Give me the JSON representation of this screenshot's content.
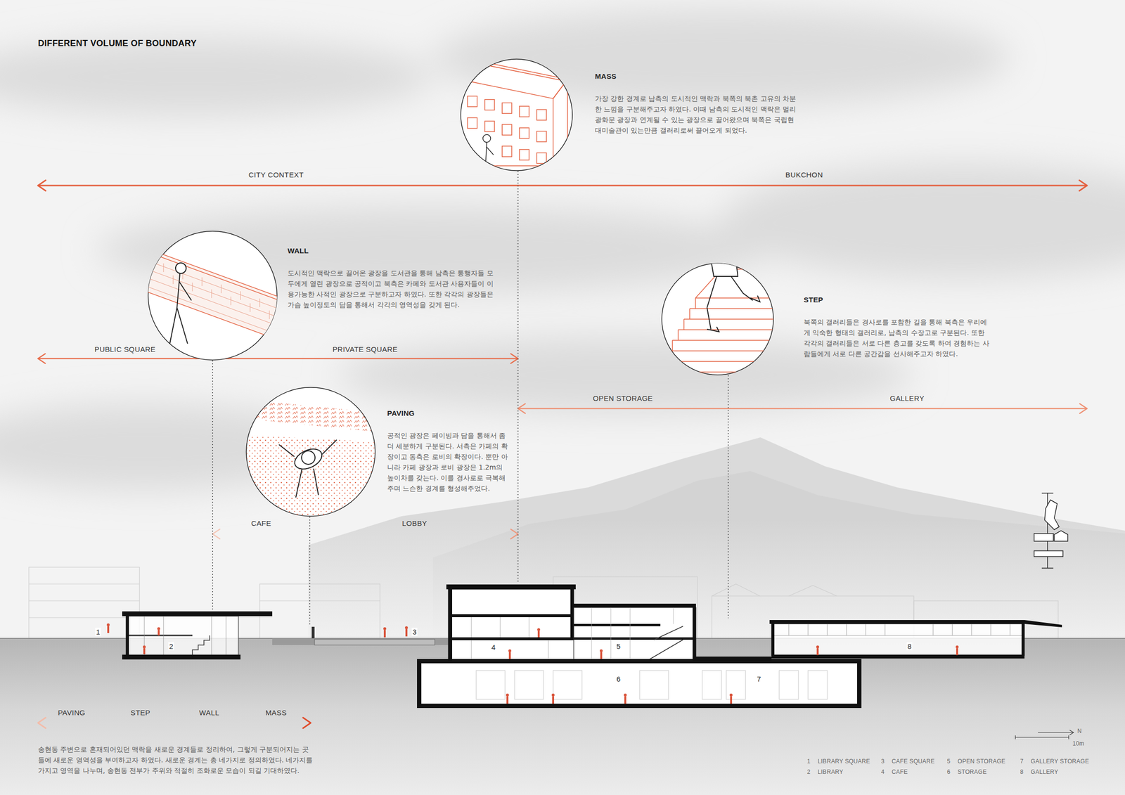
{
  "diagram": {
    "title": "DIFFERENT VOLUME OF BOUNDARY",
    "caption": "송현동 주변으로 혼재되어있던 맥락을 새로운 경계들로 정리하여, 그렇게 구분되어지는 곳들에 새로운 영역성을 부여하고자 하였다. 새로운 경계는 총 네가지로 정의하였다. 네가지를 가지고 영역을 나누며, 송현동 전부가 주위와 적절히 조화로운 모습이 되길 기대하였다.",
    "nodes": [
      {
        "text": [
          "MASS",
          "가장 강한 경계로 남측의 도시적인 맥락과 북쪽의 북촌 고유의 차분한 느낌을 구분해주고자 하였다. 이때 남측의 도시적인 맥락은 멀리 광화문 광장과 연계될 수 있는 광장으로 끌어왔으며 북쪽은 국립현대미술관이 있는만큼 갤러리로써 끌어오게 되었다."
        ]
      },
      {
        "text": [
          "WALL",
          "도시적인 맥락으로 끌어온 광장을 도서관을 통해 남측은 통행자들 모두에게 열린 광장으로 공적이고 북측은 카페와 도서관 사용자들이 이용가능한 사적인 광장으로 구분하고자 하였다. 또한 각각의 광장들은 가슴 높이정도의 담을 통해서 각각의 영역성을 갖게 된다."
        ]
      },
      {
        "text": [
          "STEP",
          "북쪽의 갤러리들은 경사로를 포함한 길을 통해 북측은 우리에게 익숙한 형태의 갤러리로, 남측의 수장고로 구분된다. 또한 각각의 갤러리들은 서로 다른 층고를 갖도록 하여 경험하는 사람들에게 서로 다른 공간감을 선사해주고자 하였다."
        ]
      },
      {
        "text": [
          "PAVING",
          "공적인 광장은 페이빙과 담을 통해서 좀 더 세분하게 구분된다. 서측은 카페의 확장이고 동측은 로비의 확장이다. 뿐만 아니라 카페 광장과 로비 광장은 1.2m의 높이차를 갖는다. 이를 경사로로 극복해주며 느슨한 경계를 형성해주었다."
        ]
      }
    ],
    "labels": [
      "CITY CONTEXT",
      "BUKCHON",
      "PUBLIC SQUARE",
      "PRIVATE SQUARE",
      "OPEN STORAGE",
      "GALLERY",
      "CAFE",
      "LOBBY",
      "1",
      "2",
      "3",
      "4",
      "5",
      "6",
      "7",
      "8",
      "PAVING",
      "STEP",
      "WALL",
      "MASS",
      "1",
      "LIBRARY SQUARE",
      "2",
      "LIBRARY",
      "3",
      "CAFE SQUARE",
      "4",
      "CAFE",
      "5",
      "OPEN STORAGE",
      "6",
      "STORAGE",
      "7",
      "GALLERY STORAGE",
      "8",
      "GALLERY",
      "N",
      "10m"
    ]
  }
}
